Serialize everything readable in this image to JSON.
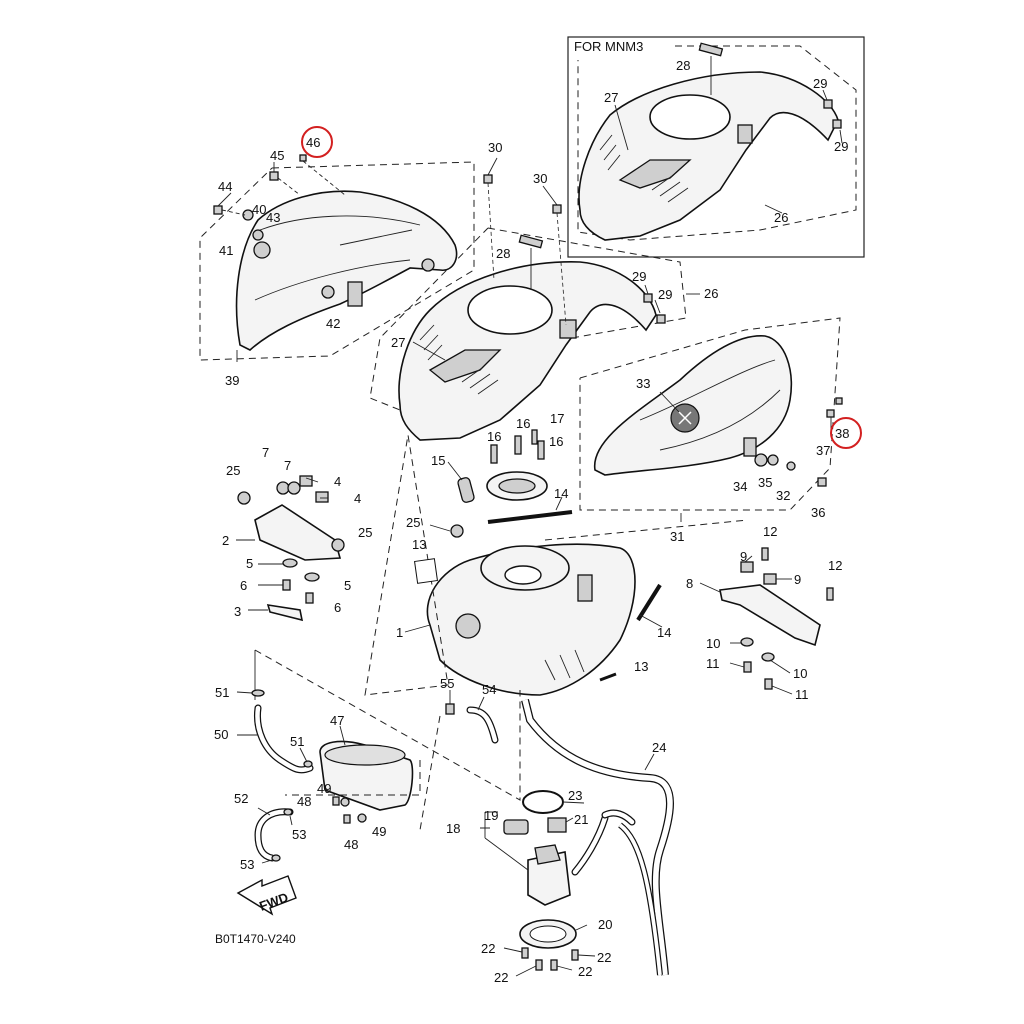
{
  "diagram": {
    "inset_title": "FOR MNM3",
    "code": "B0T1470-V240",
    "fwd": "FWD",
    "accent": "#d32020",
    "highlighted": [
      "46",
      "38"
    ],
    "labels": {
      "l1": "1",
      "l2": "2",
      "l3": "3",
      "l4a": "4",
      "l4b": "4",
      "l5a": "5",
      "l5b": "5",
      "l6a": "6",
      "l6b": "6",
      "l7a": "7",
      "l7b": "7",
      "l8": "8",
      "l9a": "9",
      "l9b": "9",
      "l10a": "10",
      "l10b": "10",
      "l11a": "11",
      "l11b": "11",
      "l12a": "12",
      "l12b": "12",
      "l13a": "13",
      "l13b": "13",
      "l14a": "14",
      "l14b": "14",
      "l15": "15",
      "l16a": "16",
      "l16b": "16",
      "l16c": "16",
      "l17": "17",
      "l18": "18",
      "l19": "19",
      "l20": "20",
      "l21": "21",
      "l22a": "22",
      "l22b": "22",
      "l22c": "22",
      "l22d": "22",
      "l23": "23",
      "l24": "24",
      "l25a": "25",
      "l25b": "25",
      "l25c": "25",
      "l26a": "26",
      "l26b": "26",
      "l27a": "27",
      "l27b": "27",
      "l28a": "28",
      "l28b": "28",
      "l29a": "29",
      "l29b": "29",
      "l29c": "29",
      "l29d": "29",
      "l30a": "30",
      "l30b": "30",
      "l31": "31",
      "l32": "32",
      "l33": "33",
      "l34": "34",
      "l35": "35",
      "l36": "36",
      "l37": "37",
      "l38": "38",
      "l39": "39",
      "l40": "40",
      "l41": "41",
      "l42": "42",
      "l43": "43",
      "l44": "44",
      "l45": "45",
      "l46": "46",
      "l47": "47",
      "l48a": "48",
      "l48b": "48",
      "l49a": "49",
      "l49b": "49",
      "l50": "50",
      "l51a": "51",
      "l51b": "51",
      "l52": "52",
      "l53a": "53",
      "l53b": "53",
      "l54": "54",
      "l55": "55"
    }
  }
}
